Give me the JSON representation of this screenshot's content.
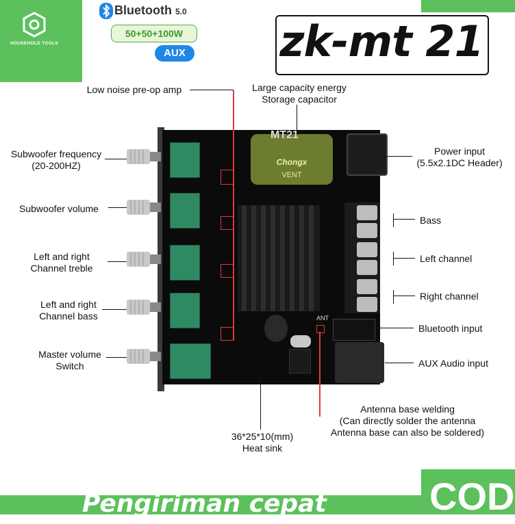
{
  "brand": {
    "name": "HOUSEHOLD TOOLS",
    "color": "#5cc15c"
  },
  "badges": {
    "bluetooth_text": "Bluetooth",
    "bluetooth_version": "5.0",
    "power": "50+50+100W",
    "aux": "AUX"
  },
  "title": "zk-mt 21",
  "board": {
    "name": "MT21",
    "capacitor_brand": "Chongx",
    "capacitor_text": "VENT",
    "ant_label": "ANT"
  },
  "labels": {
    "low_noise": "Low noise pre-op amp",
    "capacity_line1": "Large capacity energy",
    "capacity_line2": "Storage capacitor",
    "sub_freq_line1": "Subwoofer frequency",
    "sub_freq_line2": "(20-200HZ)",
    "sub_volume": "Subwoofer volume",
    "treble_line1": "Left and right",
    "treble_line2": "Channel treble",
    "bass_line1": "Left and right",
    "bass_line2": "Channel bass",
    "master_line1": "Master volume",
    "master_line2": "Switch",
    "power_input_line1": "Power input",
    "power_input_line2": "(5.5x2.1DC Header)",
    "bass": "Bass",
    "left_channel": "Left channel",
    "right_channel": "Right channel",
    "bluetooth_input": "Bluetooth input",
    "aux_input": "AUX Audio input",
    "antenna_line1": "Antenna base welding",
    "antenna_line2": "(Can directly solder the antenna",
    "antenna_line3": "Antenna base can also be soldered)",
    "heatsink_line1": "36*25*10(mm)",
    "heatsink_line2": "Heat sink"
  },
  "footer": {
    "text": "Pengiriman cepat",
    "cod": "COD"
  }
}
